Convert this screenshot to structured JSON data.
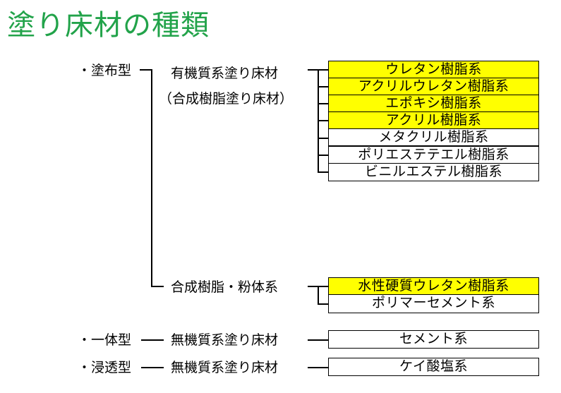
{
  "title": "塗り床材の種類",
  "groups": {
    "coating": {
      "label": "・塗布型",
      "organic": {
        "label1": "有機質系塗り床材",
        "label2": "（合成樹脂塗り床材）",
        "items": [
          {
            "text": "ウレタン樹脂系",
            "highlight": true
          },
          {
            "text": "アクリルウレタン樹脂系",
            "highlight": true
          },
          {
            "text": "エポキシ樹脂系",
            "highlight": true
          },
          {
            "text": "アクリル樹脂系",
            "highlight": true
          },
          {
            "text": "メタクリル樹脂系",
            "highlight": false
          },
          {
            "text": "ポリエステテエル樹脂系",
            "highlight": false
          },
          {
            "text": "ビニルエステル樹脂系",
            "highlight": false
          }
        ]
      },
      "composite": {
        "label": "合成樹脂・粉体系",
        "items": [
          {
            "text": "水性硬質ウレタン樹脂系",
            "highlight": true
          },
          {
            "text": "ポリマーセメント系",
            "highlight": false
          }
        ]
      }
    },
    "integral": {
      "label": "・一体型",
      "sublabel": "無機質系塗り床材",
      "item": "セメント系"
    },
    "penetrating": {
      "label": "・浸透型",
      "sublabel": "無機質系塗り床材",
      "item": "ケイ酸塩系"
    }
  },
  "colors": {
    "title": "#22a34a",
    "highlight": "#ffff00"
  }
}
